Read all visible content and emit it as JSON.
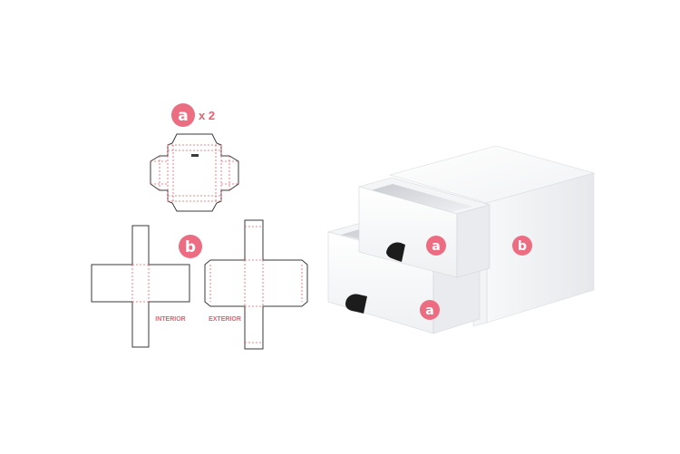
{
  "colors": {
    "accent": "#ec6d82",
    "cut_line": "#3a3a3a",
    "fold_line": "#e8606f",
    "box_face": "#ffffff",
    "box_shade": "#e4e6ea",
    "handle": "#1c1c1c"
  },
  "dieline_a": {
    "badge": "a",
    "quantity": "x 2"
  },
  "dieline_b": {
    "badge": "b",
    "interior_label": "INTERIOR",
    "exterior_label": "EXTERIOR"
  },
  "box_render": {
    "sleeve_badge": "b",
    "upper_drawer_badge": "a",
    "lower_drawer_badge": "a"
  }
}
